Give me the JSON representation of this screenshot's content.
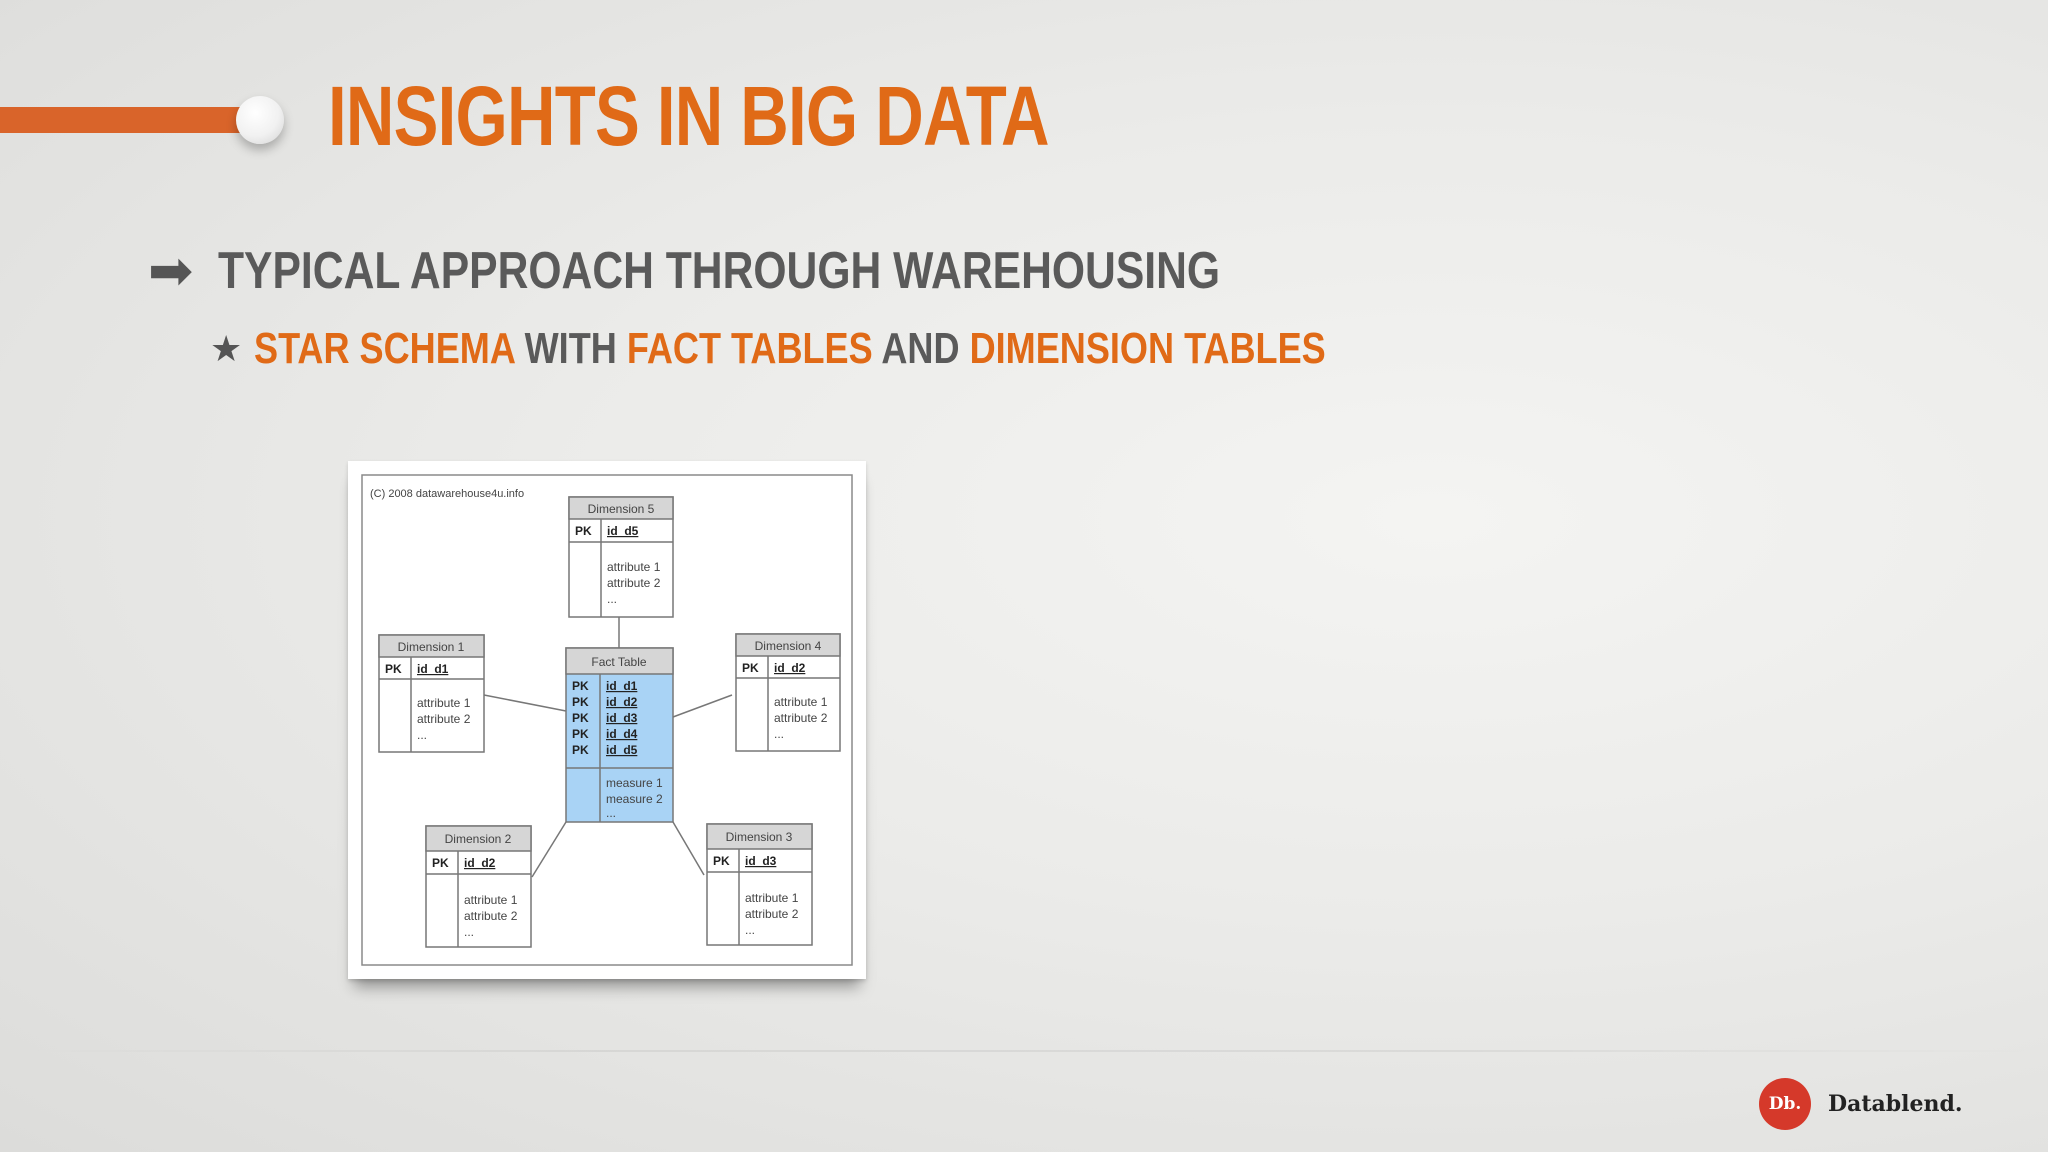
{
  "slide": {
    "title": "Insights in Big Data",
    "bullet_1": "Typical approach through warehousing",
    "bullet_2": {
      "part_1": "Star schema",
      "part_2": "with",
      "part_3": "fact tables",
      "part_4": "and",
      "part_5": "dimension tables"
    }
  },
  "diagram": {
    "copyright": "(C) 2008 datawarehouse4u.info",
    "fact_table": {
      "title": "Fact Table",
      "keys": [
        {
          "pk": "PK",
          "id": "id_d1"
        },
        {
          "pk": "PK",
          "id": "id_d2"
        },
        {
          "pk": "PK",
          "id": "id_d3"
        },
        {
          "pk": "PK",
          "id": "id_d4"
        },
        {
          "pk": "PK",
          "id": "id_d5"
        }
      ],
      "measures": [
        "measure 1",
        "measure 2",
        "..."
      ]
    },
    "dimensions": {
      "d5": {
        "title": "Dimension 5",
        "pk": "PK",
        "id": "id_d5",
        "attributes": [
          "attribute 1",
          "attribute 2",
          "..."
        ]
      },
      "d1": {
        "title": "Dimension 1",
        "pk": "PK",
        "id": "id_d1",
        "attributes": [
          "attribute 1",
          "attribute 2",
          "..."
        ]
      },
      "d4": {
        "title": "Dimension 4",
        "pk": "PK",
        "id": "id_d2",
        "attributes": [
          "attribute 1",
          "attribute 2",
          "..."
        ]
      },
      "d2": {
        "title": "Dimension 2",
        "pk": "PK",
        "id": "id_d2",
        "attributes": [
          "attribute 1",
          "attribute 2",
          "..."
        ]
      },
      "d3": {
        "title": "Dimension 3",
        "pk": "PK",
        "id": "id_d3",
        "attributes": [
          "attribute 1",
          "attribute 2",
          "..."
        ]
      }
    }
  },
  "branding": {
    "badge": "Db.",
    "name": "Datablend."
  },
  "colors": {
    "accent": "#e06a17",
    "body_text": "#5a5a5a",
    "fact_fill": "#a9d3f5",
    "logo_red": "#d5392a"
  }
}
